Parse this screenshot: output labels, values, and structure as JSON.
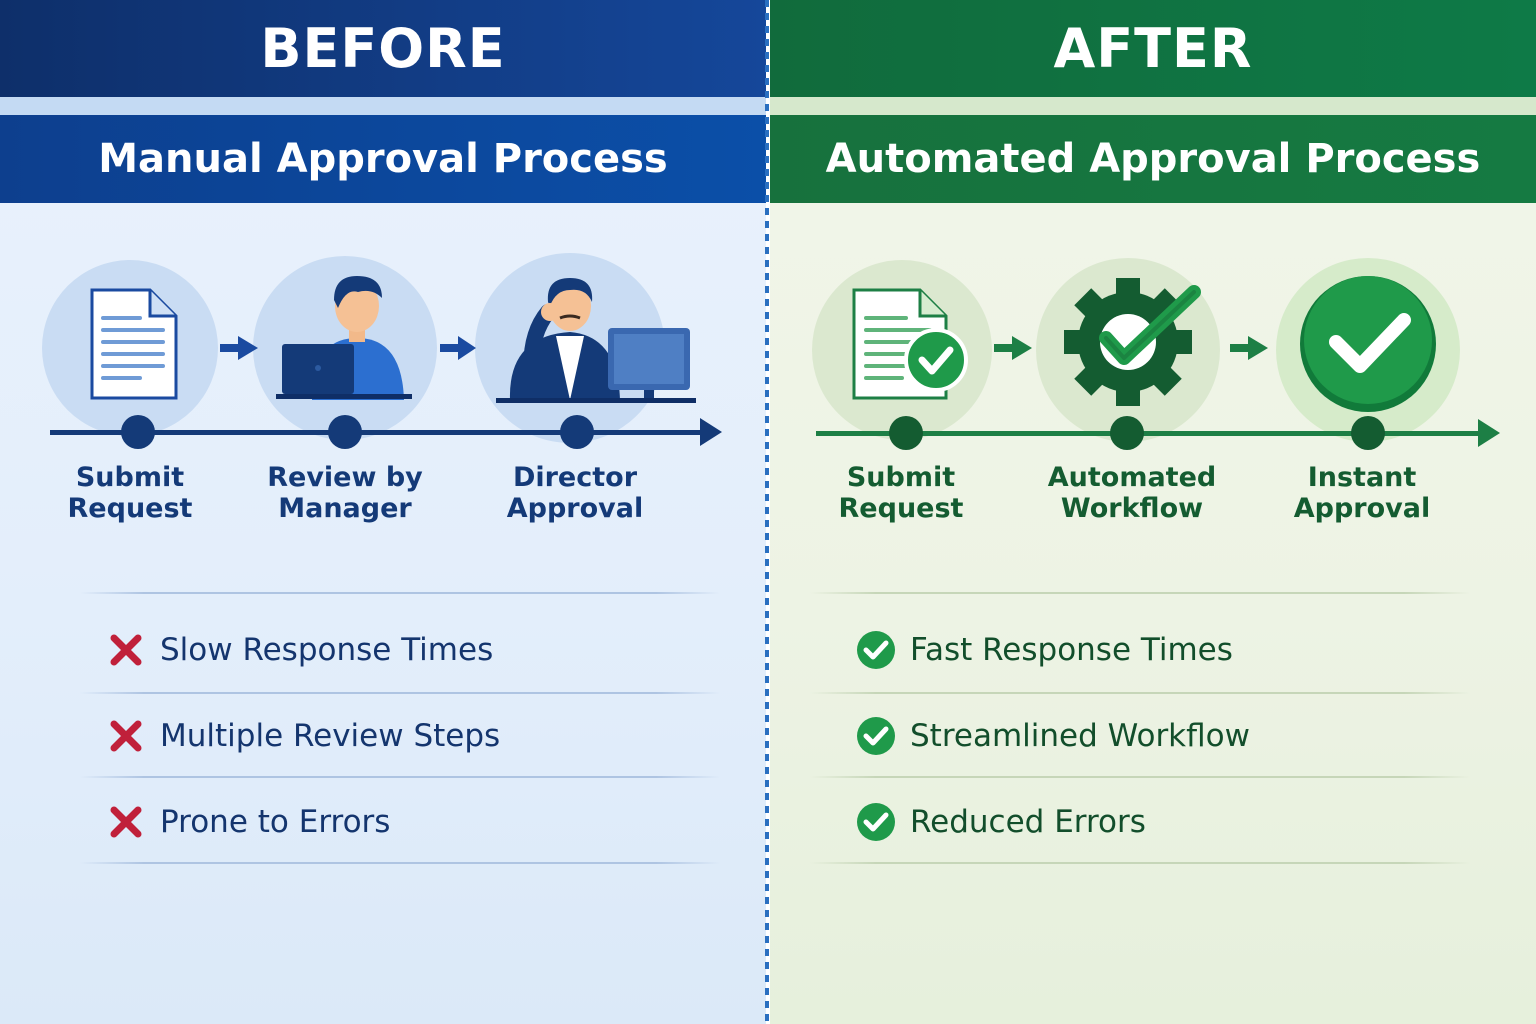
{
  "before": {
    "heading": "BEFORE",
    "title": "Manual Approval Process",
    "steps": [
      {
        "label": "Submit\nRequest",
        "icon": "document-icon"
      },
      {
        "label": "Review by\nManager",
        "icon": "manager-at-laptop-icon"
      },
      {
        "label": "Director\nApproval",
        "icon": "director-at-computer-icon"
      }
    ],
    "items": [
      {
        "text": "Slow Response Times",
        "icon": "x-icon"
      },
      {
        "text": "Multiple Review Steps",
        "icon": "x-icon"
      },
      {
        "text": "Prone to Errors",
        "icon": "x-icon"
      }
    ],
    "colors": {
      "dark": "#0d3f8e",
      "accent": "#1a4aa0",
      "cross": "#c0203a"
    }
  },
  "after": {
    "heading": "AFTER",
    "title": "Automated Approval Process",
    "steps": [
      {
        "label": "Submit\nRequest",
        "icon": "document-check-icon"
      },
      {
        "label": "Automated\nWorkflow",
        "icon": "gear-check-icon"
      },
      {
        "label": "Instant\nApproval",
        "icon": "check-circle-icon"
      }
    ],
    "items": [
      {
        "text": "Fast Response Times",
        "icon": "check-icon"
      },
      {
        "text": "Streamlined Workflow",
        "icon": "check-icon"
      },
      {
        "text": "Reduced Errors",
        "icon": "check-icon"
      }
    ],
    "colors": {
      "dark": "#116b3c",
      "accent": "#1d7f45",
      "check": "#1f9a4a"
    }
  }
}
